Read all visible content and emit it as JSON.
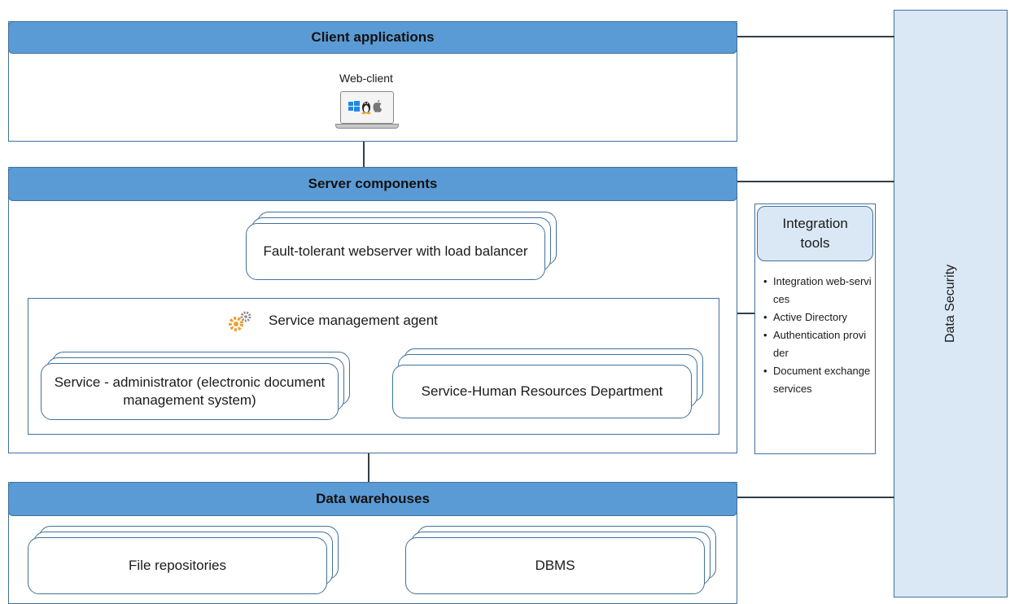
{
  "client": {
    "title": "Client applications",
    "web_client_label": "Web-client",
    "os_icons": [
      "windows-icon",
      "linux-icon",
      "apple-icon"
    ]
  },
  "server": {
    "title": "Server components",
    "webserver": "Fault-tolerant webserver with load balancer",
    "agent": {
      "title": "Service management agent",
      "icon": "gears-icon",
      "services": [
        "Service - administrator (electronic document management system)",
        "Service-Human Resources Department"
      ]
    }
  },
  "integration": {
    "title": "Integration tools",
    "items": [
      "Integration web-services",
      "Active Directory",
      "Authentication provider",
      "Document exchange services"
    ]
  },
  "warehouses": {
    "title": "Data warehouses",
    "items": [
      "File repositories",
      "DBMS"
    ]
  },
  "security": {
    "label": "Data Security"
  },
  "colors": {
    "header_fill": "#5b9bd5",
    "border": "#41719c",
    "light_fill": "#dae8f5",
    "connector": "#333f48"
  }
}
